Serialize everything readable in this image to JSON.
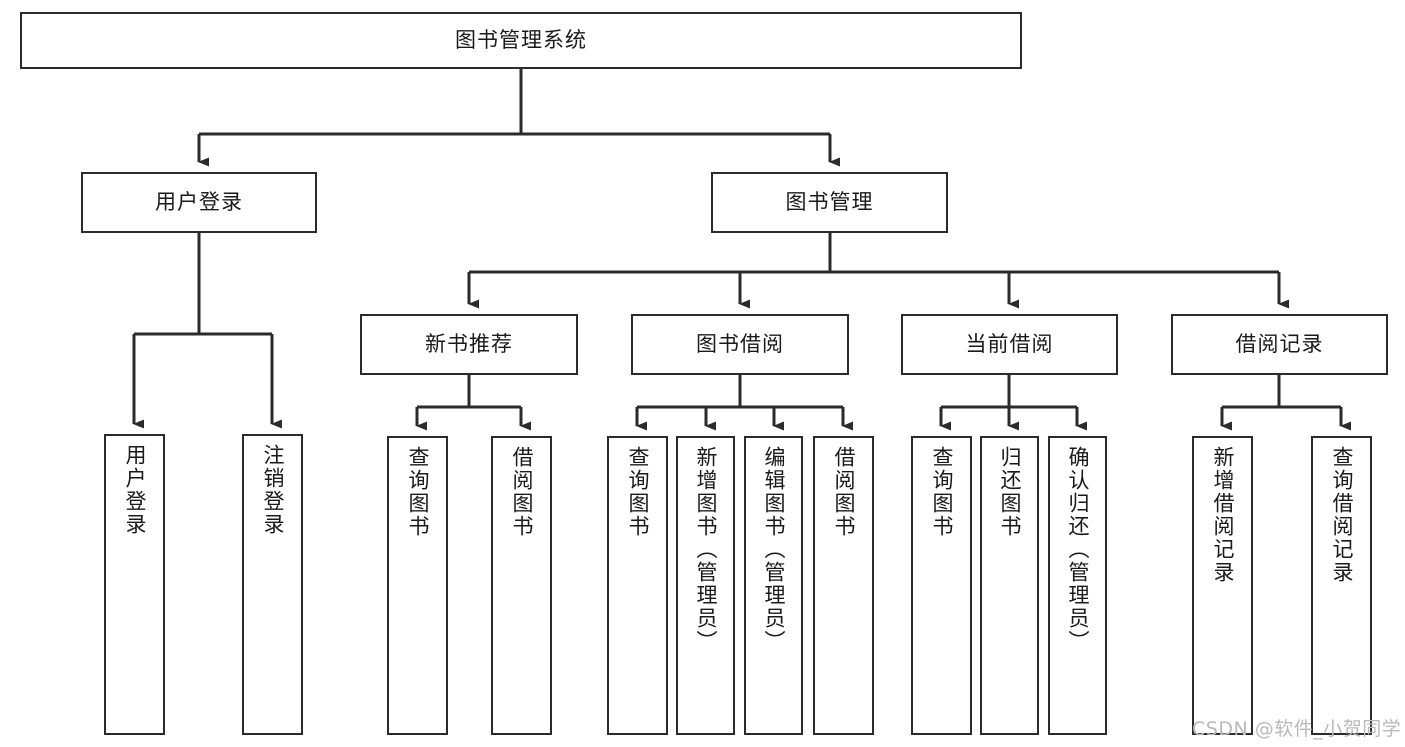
{
  "diagram": {
    "type": "hierarchy-tree",
    "title": "图书管理系统",
    "watermark": "CSDN @软件_小贺同学",
    "colors": {
      "stroke": "#2b2b2b",
      "fill": "#ffffff",
      "text": "#1a1a1a",
      "watermark": "#b9b9b9"
    },
    "nodes": {
      "root": {
        "label": "图书管理系统"
      },
      "level1": [
        {
          "id": "user-login",
          "label": "用户登录"
        },
        {
          "id": "book-manage",
          "label": "图书管理"
        }
      ],
      "level2": [
        {
          "id": "new-book-rec",
          "label": "新书推荐",
          "parent": "book-manage"
        },
        {
          "id": "book-borrow",
          "label": "图书借阅",
          "parent": "book-manage"
        },
        {
          "id": "current-borrow",
          "label": "当前借阅",
          "parent": "book-manage"
        },
        {
          "id": "borrow-record",
          "label": "借阅记录",
          "parent": "book-manage"
        }
      ],
      "leaves": [
        {
          "id": "leaf-user-login",
          "label": "用户登录",
          "parent": "user-login"
        },
        {
          "id": "leaf-user-logout",
          "label": "注销登录",
          "parent": "user-login"
        },
        {
          "id": "leaf-query-book-1",
          "label": "查询图书",
          "parent": "new-book-rec"
        },
        {
          "id": "leaf-borrow-book-1",
          "label": "借阅图书",
          "parent": "new-book-rec"
        },
        {
          "id": "leaf-query-book-2",
          "label": "查询图书",
          "parent": "book-borrow"
        },
        {
          "id": "leaf-add-book",
          "label": "新增图书（管理员）",
          "parent": "book-borrow"
        },
        {
          "id": "leaf-edit-book",
          "label": "编辑图书（管理员）",
          "parent": "book-borrow"
        },
        {
          "id": "leaf-borrow-book-2",
          "label": "借阅图书",
          "parent": "book-borrow"
        },
        {
          "id": "leaf-query-book-3",
          "label": "查询图书",
          "parent": "current-borrow"
        },
        {
          "id": "leaf-return-book",
          "label": "归还图书",
          "parent": "current-borrow"
        },
        {
          "id": "leaf-confirm-return",
          "label": "确认归还（管理员）",
          "parent": "current-borrow"
        },
        {
          "id": "leaf-add-record",
          "label": "新增借阅记录",
          "parent": "borrow-record"
        },
        {
          "id": "leaf-query-record",
          "label": "查询借阅记录",
          "parent": "borrow-record"
        }
      ]
    }
  }
}
